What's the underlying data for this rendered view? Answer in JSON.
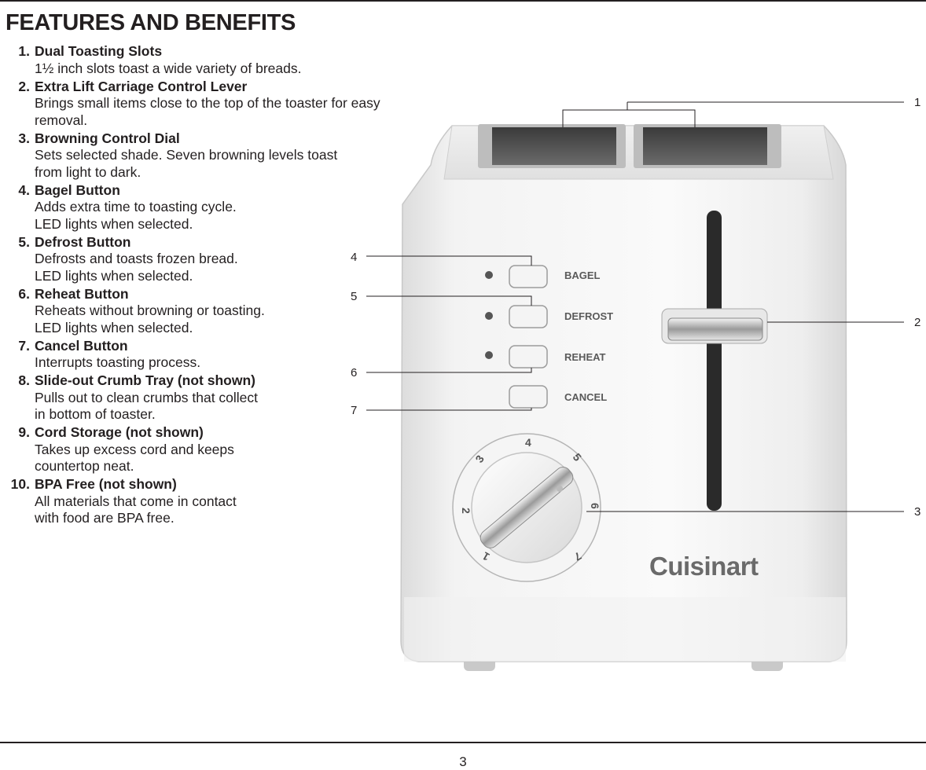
{
  "section_title": "FEATURES AND BENEFITS",
  "features": [
    {
      "number": "1.",
      "name": "Dual Toasting Slots",
      "description": "1½ inch slots toast a wide variety of breads."
    },
    {
      "number": "2.",
      "name": "Extra Lift Carriage Control Lever",
      "description": "Brings small items close to the top of the toaster for easy\nremoval."
    },
    {
      "number": "3.",
      "name": "Browning Control Dial",
      "description": "Sets selected shade. Seven browning levels toast\nfrom light to dark."
    },
    {
      "number": "4.",
      "name": "Bagel Button",
      "description": "Adds extra time to toasting cycle.\nLED lights when selected."
    },
    {
      "number": "5.",
      "name": "Defrost Button",
      "description": "Defrosts and toasts frozen bread.\nLED lights when selected."
    },
    {
      "number": "6.",
      "name": "Reheat Button",
      "description": "Reheats without browning or toasting.\nLED lights when selected."
    },
    {
      "number": "7.",
      "name": "Cancel Button",
      "description": "Interrupts toasting process."
    },
    {
      "number": "8.",
      "name": "Slide-out Crumb Tray (not shown)",
      "description": "Pulls out to clean crumbs that collect\nin bottom of toaster."
    },
    {
      "number": "9.",
      "name": "Cord Storage (not shown)",
      "description": "Takes up excess cord and keeps\ncountertop neat."
    },
    {
      "number": "10.",
      "name": "BPA Free (not shown)",
      "description": "All materials that come in contact\nwith food are BPA free."
    }
  ],
  "callouts": {
    "c1": "1",
    "c2": "2",
    "c3": "3",
    "c4": "4",
    "c5": "5",
    "c6": "6",
    "c7": "7"
  },
  "toaster": {
    "buttons": {
      "bagel": "BAGEL",
      "defrost": "DEFROST",
      "reheat": "REHEAT",
      "cancel": "CANCEL"
    },
    "dial_numbers": {
      "n1": "1",
      "n2": "2",
      "n3": "3",
      "n4": "4",
      "n5": "5",
      "n6": "6",
      "n7": "7"
    },
    "brand": "Cuisinart"
  },
  "page_number": "3"
}
